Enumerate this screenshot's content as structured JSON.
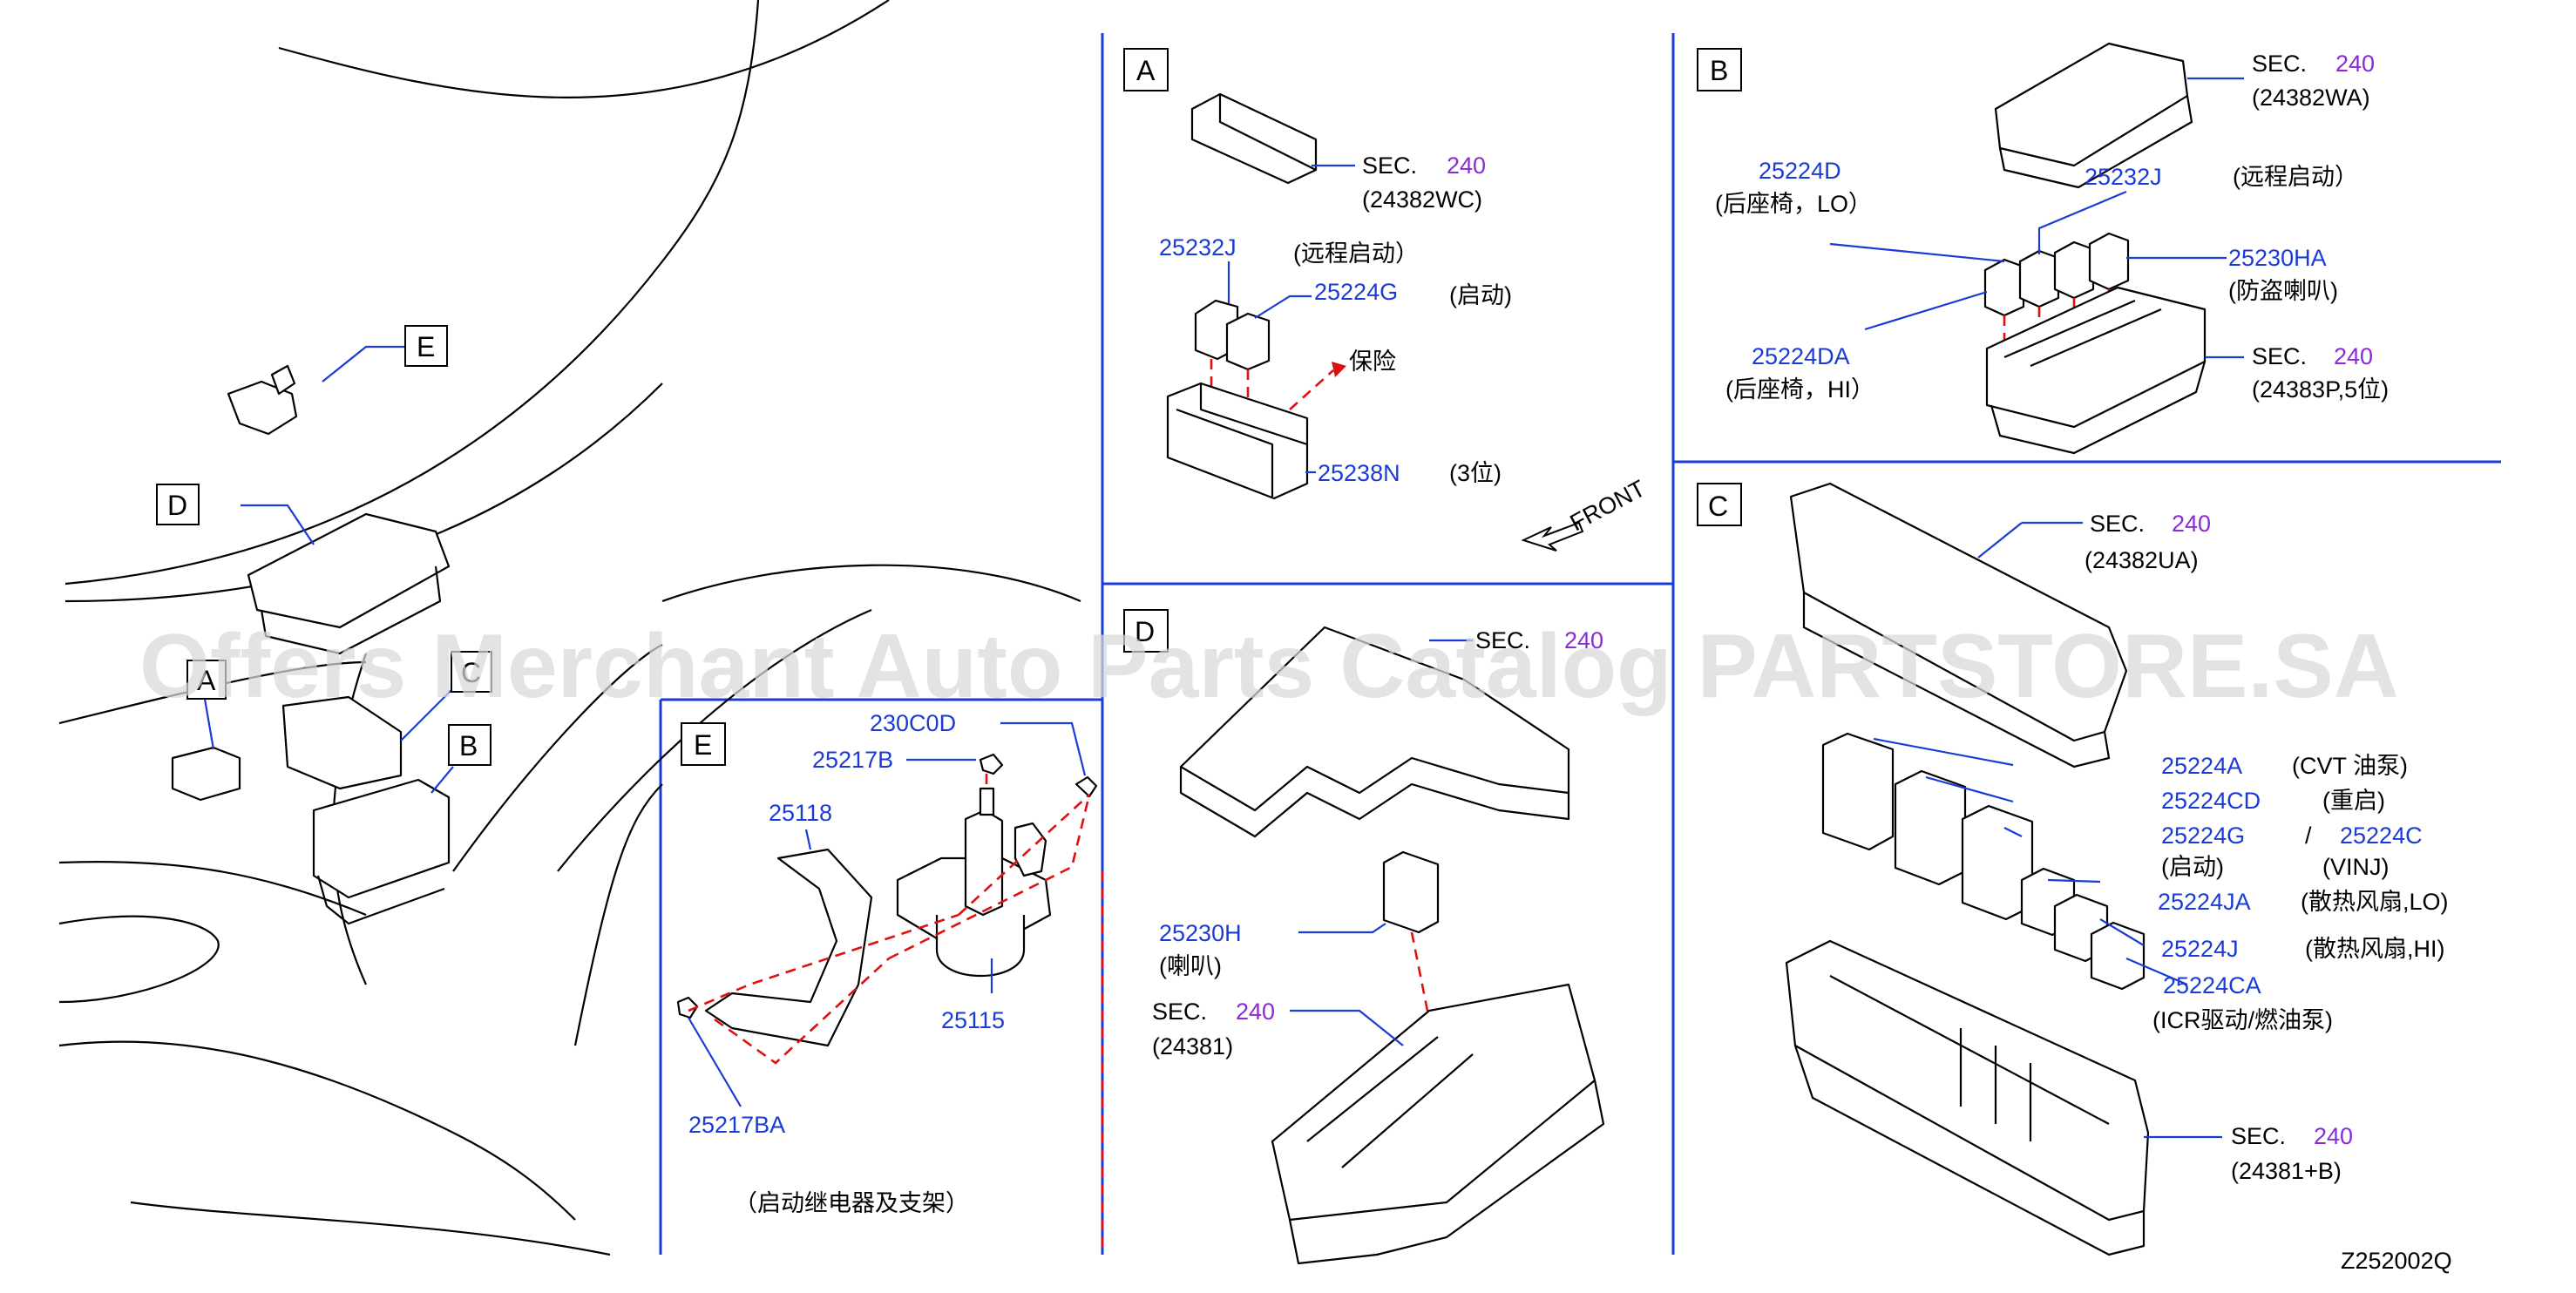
{
  "watermark": "Offers Merchant Auto Parts Catalog PARTSTORE.SA",
  "diagram_id": "Z252002Q",
  "overview": {
    "callouts": [
      "E",
      "D",
      "A",
      "C",
      "B"
    ]
  },
  "panel_a": {
    "title": "A",
    "sec_label": "SEC.",
    "sec_num": "240",
    "sec_part": "(24382WC)",
    "p1_num": "25232J",
    "p1_desc": "(远程启动）",
    "p2_num": "25224G",
    "p2_desc": "(启动)",
    "fuse_label": "保险",
    "p3_num": "25238N",
    "p3_desc": "(3位)",
    "front_label": "FRONT"
  },
  "panel_b_top": {
    "title": "B",
    "sec1_label": "SEC.",
    "sec1_num": "240",
    "sec1_part": "(24382WA)",
    "p1_num": "25224D",
    "p1_desc": "(后座椅，LO）",
    "p2_num": "25232J",
    "p2_desc": "(远程启动）",
    "p3_num": "25230HA",
    "p3_desc": "(防盗喇叭)",
    "p4_num": "25224DA",
    "p4_desc": "(后座椅，HI）",
    "sec2_label": "SEC.",
    "sec2_num": "240",
    "sec2_part": "(24383P,5位)"
  },
  "panel_d": {
    "title": "D",
    "sec1_label": "SEC.",
    "sec1_num": "240",
    "p1_num": "25230H",
    "p1_desc": "(喇叭)",
    "sec2_label": "SEC.",
    "sec2_num": "240",
    "sec2_part": "(24381)"
  },
  "panel_c": {
    "title": "C",
    "sec1_label": "SEC.",
    "sec1_num": "240",
    "sec1_part": "(24382UA)",
    "parts": [
      {
        "num": "25224A",
        "desc": "(CVT   油泵)"
      },
      {
        "num": "25224CD",
        "desc": "(重启)"
      },
      {
        "num": "25224G",
        "desc": "(启动)"
      },
      {
        "num": "25224C",
        "desc": "(VINJ)"
      },
      {
        "num": "25224JA",
        "desc": "(散热风扇,LO)"
      },
      {
        "num": "25224J",
        "desc": "(散热风扇,HI)"
      },
      {
        "num": "25224CA",
        "desc": "(ICR驱动/燃油泵)"
      }
    ],
    "slash": "/",
    "sec2_label": "SEC.",
    "sec2_num": "240",
    "sec2_part": "(24381+B)"
  },
  "panel_e": {
    "title": "E",
    "p1_num": "230C0D",
    "p2_num": "25217B",
    "p3_num": "25118",
    "p4_num": "25115",
    "p5_num": "25217BA",
    "caption": "（启动继电器及支架）"
  }
}
